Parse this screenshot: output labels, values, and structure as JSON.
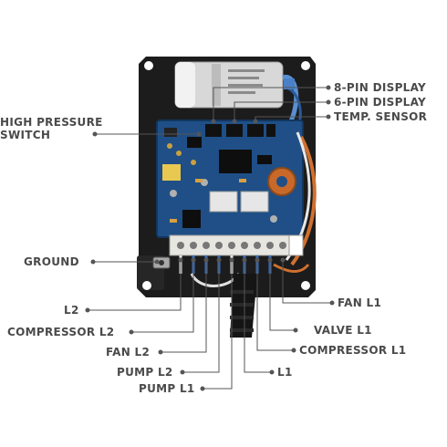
{
  "labels": {
    "eight_pin_display": "8-PIN DISPLAY",
    "six_pin_display": "6-PIN DISPLAY",
    "temp_sensor": "TEMP. SENSOR",
    "high_pressure_switch_line1": "HIGH PRESSURE",
    "high_pressure_switch_line2": "SWITCH",
    "ground": "GROUND",
    "l2": "L2",
    "compressor_l2": "COMPRESSOR L2",
    "fan_l2": "FAN L2",
    "pump_l2": "PUMP L2",
    "pump_l1": "PUMP L1",
    "fan_l1": "FAN L1",
    "valve_l1": "VALVE L1",
    "compressor_l1": "COMPRESSOR L1",
    "l1": "L1"
  },
  "colors": {
    "label_text": "#4a4a4a",
    "leader_line": "#555555",
    "enclosure": "#1c1c1c",
    "pcb": "#1f4f86",
    "terminal_block": "#e8e6e0",
    "toroid": "#c8692a",
    "capacitor": "#d8d8d8"
  }
}
